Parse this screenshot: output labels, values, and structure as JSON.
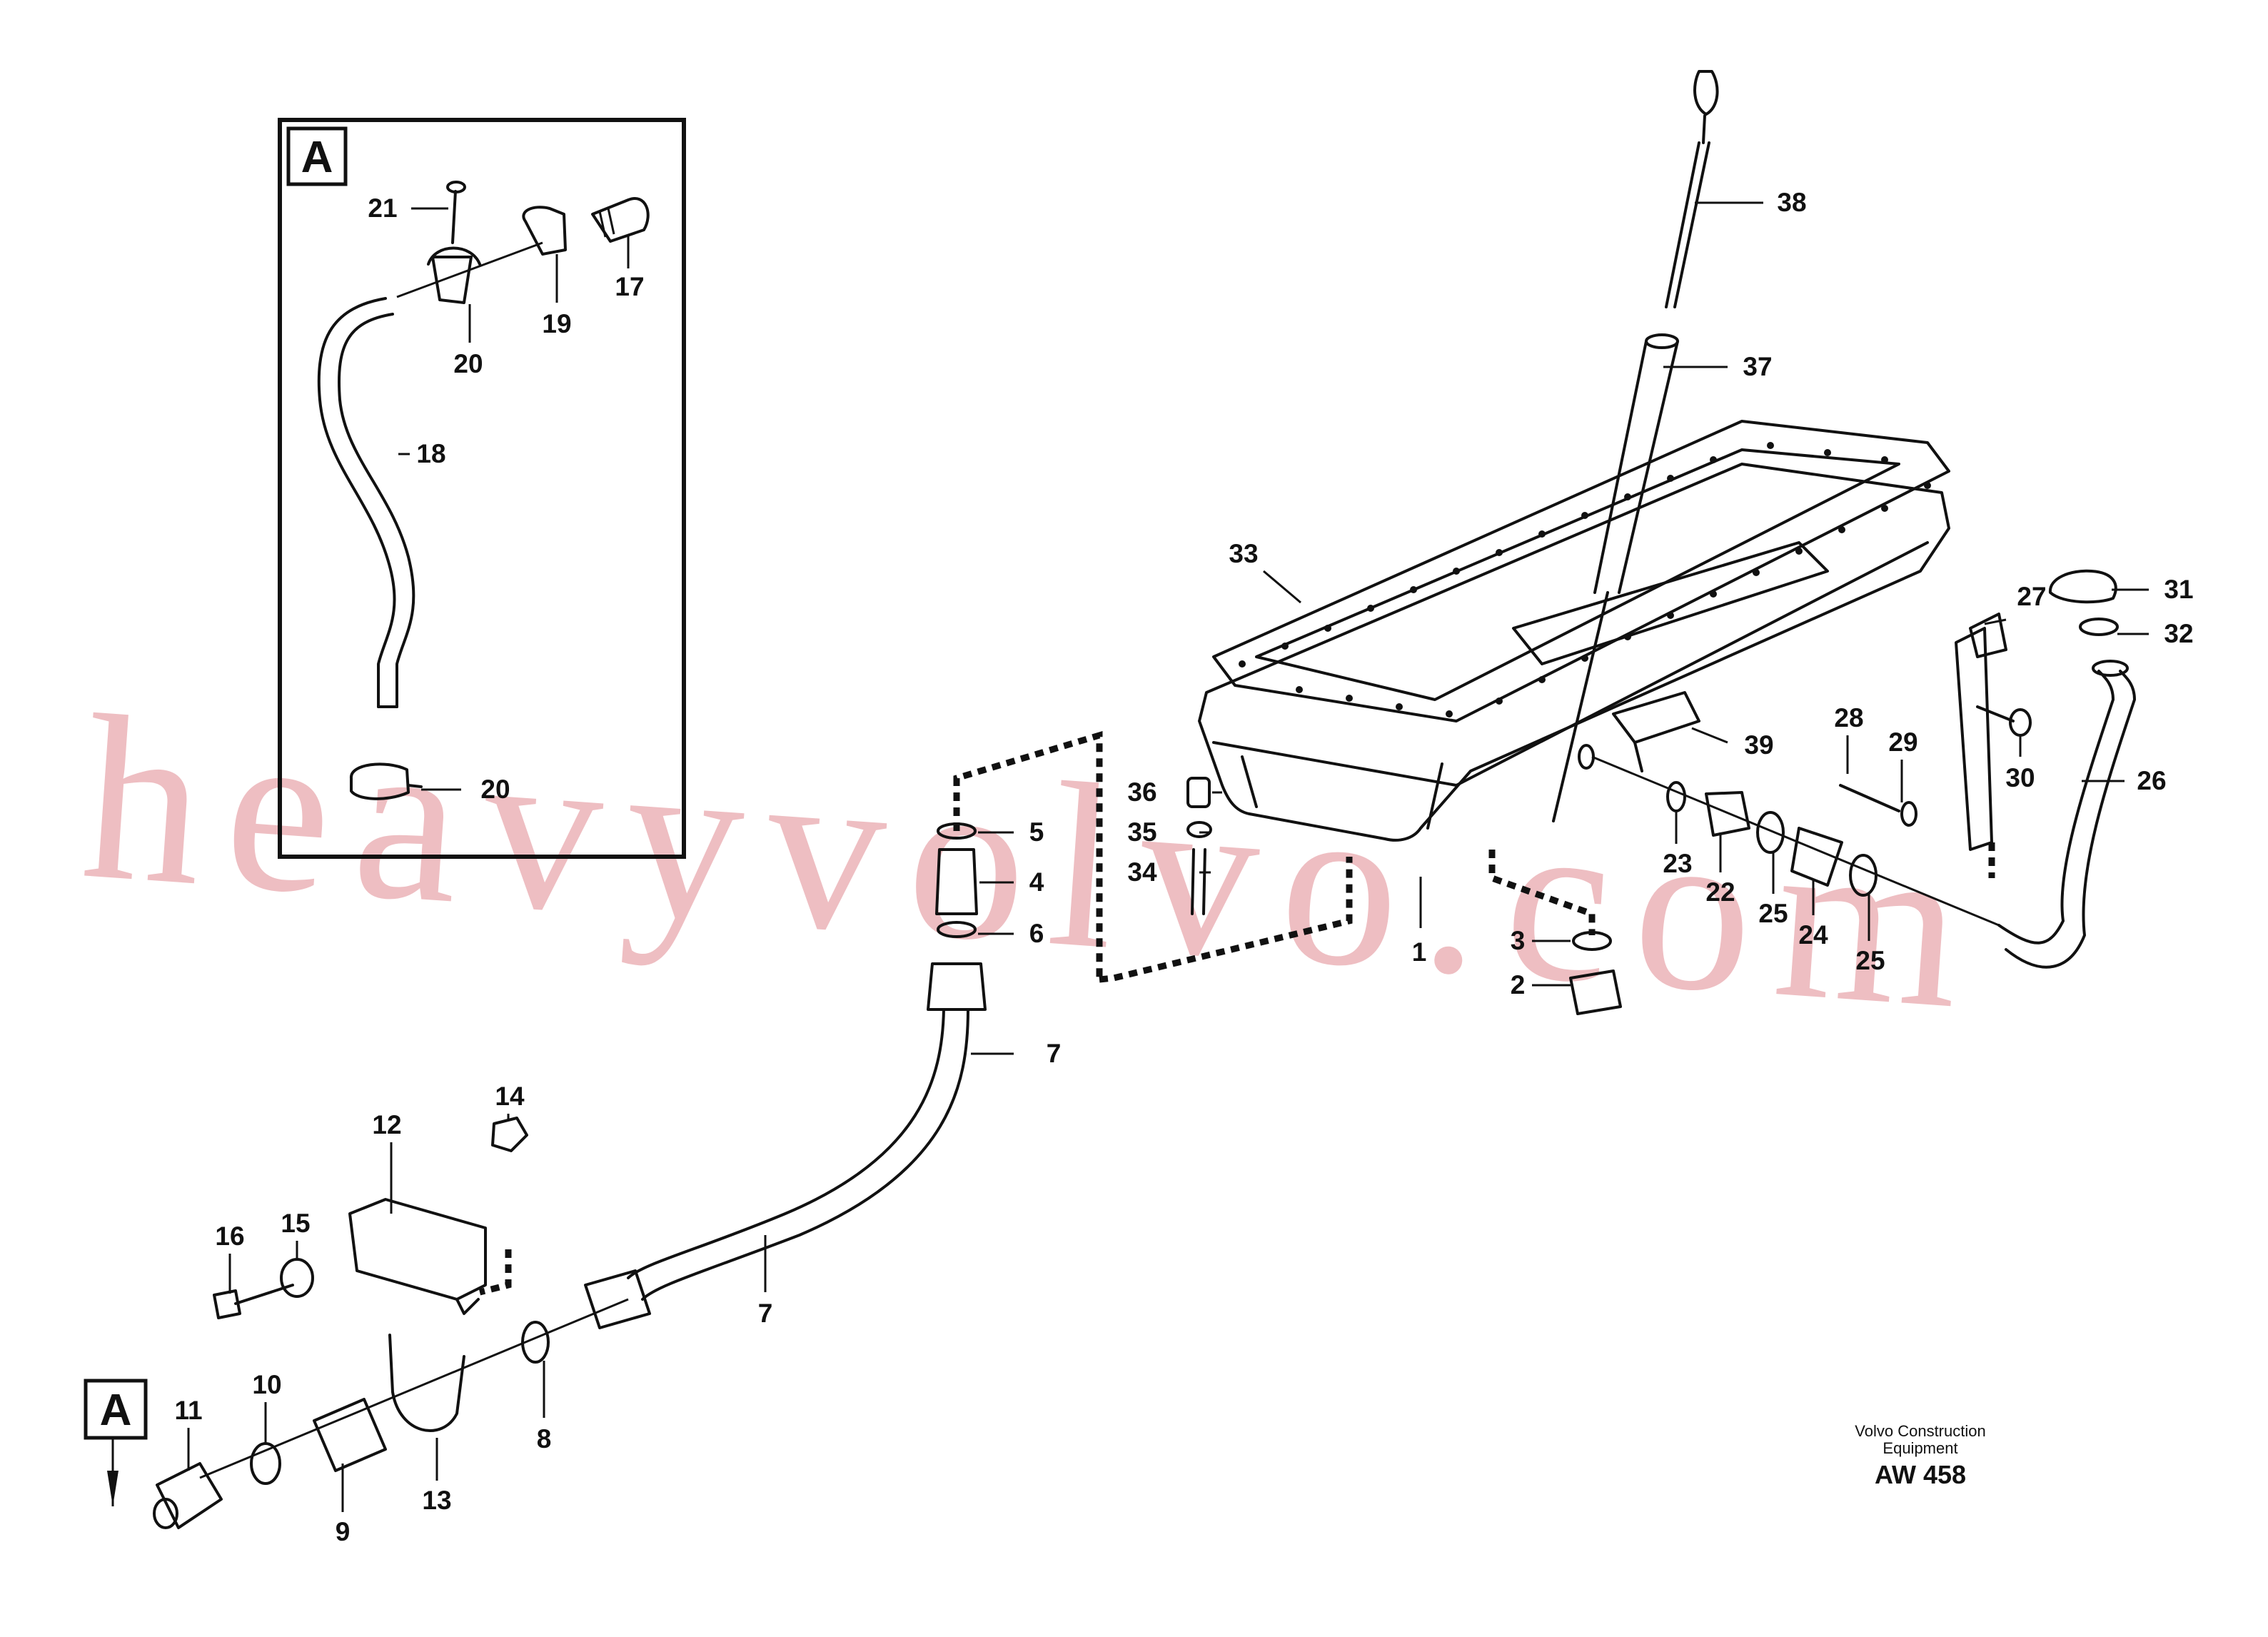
{
  "watermark": "heavyvolvo.com",
  "detail": {
    "label": "A"
  },
  "ref_marker": {
    "label": "A"
  },
  "credit": {
    "line1": "Volvo Construction",
    "line2": "Equipment",
    "code": "AW 458"
  },
  "callouts": {
    "c1": "1",
    "c2": "2",
    "c3": "3",
    "c4": "4",
    "c5": "5",
    "c6": "6",
    "c7a": "7",
    "c7b": "7",
    "c8": "8",
    "c9": "9",
    "c10": "10",
    "c11": "11",
    "c12": "12",
    "c13": "13",
    "c14": "14",
    "c15": "15",
    "c16": "16",
    "c17": "17",
    "c18": "18",
    "c19": "19",
    "c20a": "20",
    "c20b": "20",
    "c21": "21",
    "c22": "22",
    "c23": "23",
    "c24": "24",
    "c25a": "25",
    "c25b": "25",
    "c26": "26",
    "c27": "27",
    "c28": "28",
    "c29": "29",
    "c30": "30",
    "c31": "31",
    "c32": "32",
    "c33": "33",
    "c34": "34",
    "c35": "35",
    "c36": "36",
    "c37": "37",
    "c38": "38",
    "c39": "39"
  }
}
